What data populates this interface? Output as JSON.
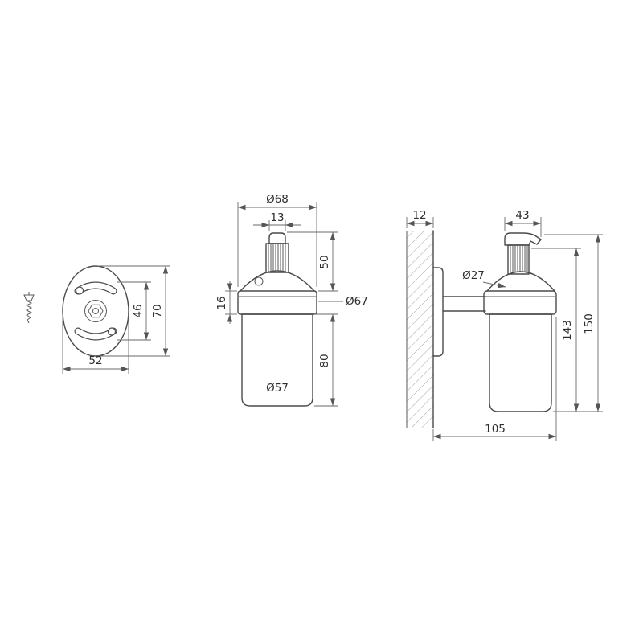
{
  "drawing": {
    "front_plate_view": {
      "hole_spacing": "46",
      "plate_height": "70",
      "plate_width": "52"
    },
    "front_dispenser_view": {
      "dome_diameter": "Ø68",
      "nozzle_width": "13",
      "pump_height": "50",
      "collar_height": "16",
      "collar_diameter": "Ø67",
      "body_height": "80",
      "body_diameter": "Ø57"
    },
    "side_assembly_view": {
      "wall_thickness": "12",
      "head_depth": "43",
      "neck_diameter": "Ø27",
      "mount_height": "143",
      "total_height": "150",
      "total_depth": "105"
    }
  }
}
